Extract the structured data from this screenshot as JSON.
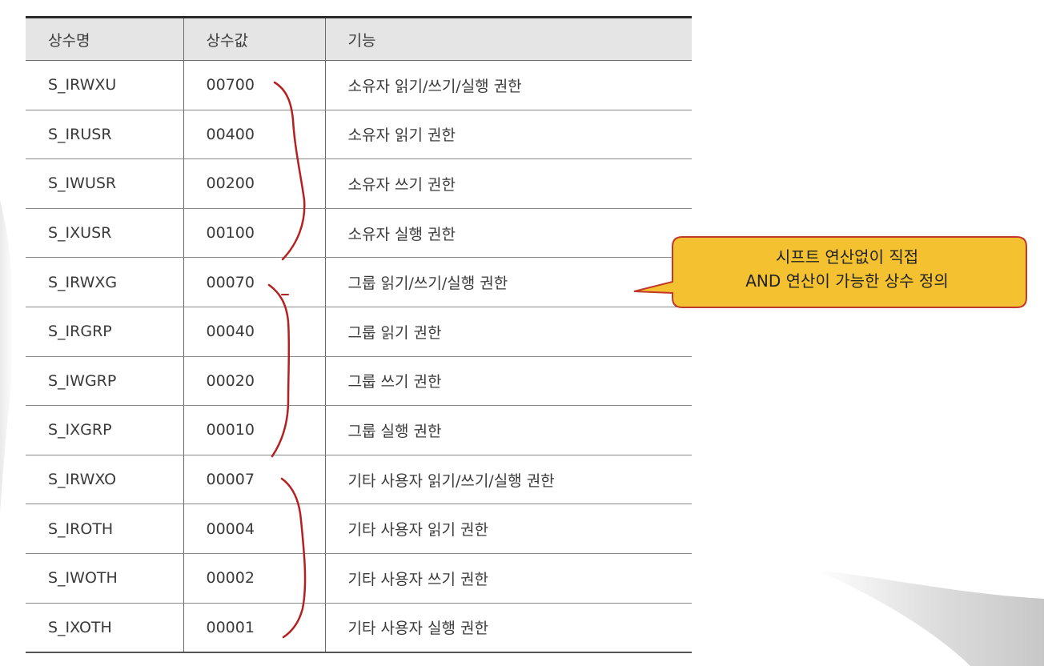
{
  "table": {
    "headers": [
      "상수명",
      "상수값",
      "기능"
    ],
    "rows": [
      {
        "name": "S_IRWXU",
        "value": "00700",
        "desc": "소유자 읽기/쓰기/실행 권한"
      },
      {
        "name": "S_IRUSR",
        "value": "00400",
        "desc": "소유자 읽기 권한"
      },
      {
        "name": "S_IWUSR",
        "value": "00200",
        "desc": "소유자 쓰기 권한"
      },
      {
        "name": "S_IXUSR",
        "value": "00100",
        "desc": "소유자 실행 권한"
      },
      {
        "name": "S_IRWXG",
        "value": "00070",
        "desc": "그룹 읽기/쓰기/실행 권한"
      },
      {
        "name": "S_IRGRP",
        "value": "00040",
        "desc": "그룹 읽기 권한"
      },
      {
        "name": "S_IWGRP",
        "value": "00020",
        "desc": "그룹 쓰기 권한"
      },
      {
        "name": "S_IXGRP",
        "value": "00010",
        "desc": "그룹 실행 권한"
      },
      {
        "name": "S_IRWXO",
        "value": "00007",
        "desc": "기타 사용자 읽기/쓰기/실행 권한"
      },
      {
        "name": "S_IROTH",
        "value": "00004",
        "desc": "기타 사용자 읽기 권한"
      },
      {
        "name": "S_IWOTH",
        "value": "00002",
        "desc": "기타 사용자 쓰기 권한"
      },
      {
        "name": "S_IXOTH",
        "value": "00001",
        "desc": "기타 사용자 실행 권한"
      }
    ]
  },
  "callout": {
    "line1": "시프트 연산없이 직접",
    "line2": "AND 연산이 가능한 상수 정의"
  },
  "colors": {
    "callout_fill": "#f4c230",
    "callout_border": "#c0392b",
    "bracket": "#b52020",
    "header_bg": "#e5e5e5"
  }
}
